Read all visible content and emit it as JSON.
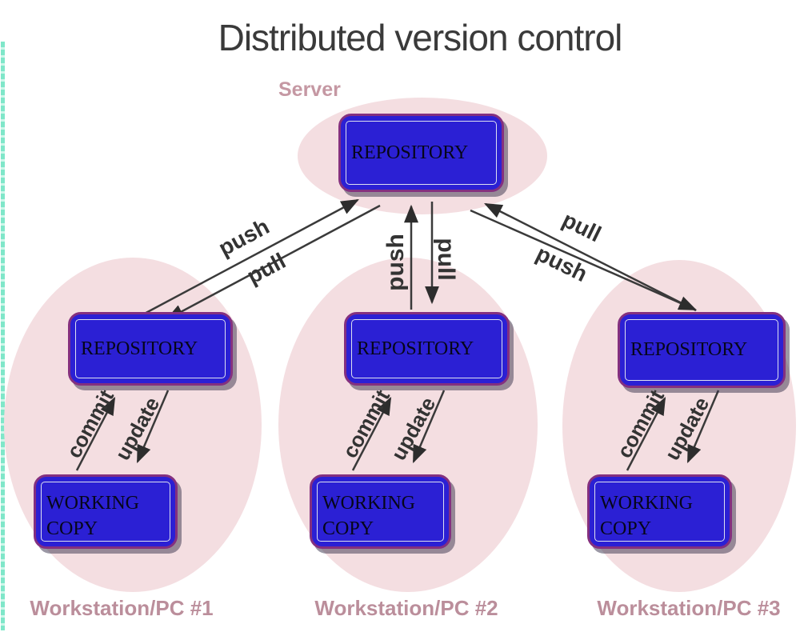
{
  "title": "Distributed version control",
  "server": {
    "label": "Server",
    "repository_label": "REPOSITORY"
  },
  "workstations": [
    {
      "label": "Workstation/PC #1",
      "repository_label": "REPOSITORY",
      "working_copy_label": "WORKING COPY"
    },
    {
      "label": "Workstation/PC #2",
      "repository_label": "REPOSITORY",
      "working_copy_label": "WORKING COPY"
    },
    {
      "label": "Workstation/PC #3",
      "repository_label": "REPOSITORY",
      "working_copy_label": "WORKING COPY"
    }
  ],
  "arrow_labels": {
    "left_to_server": "push",
    "left_from_server": "pull",
    "center_to_server": "push",
    "center_from_server": "pull",
    "right_from_server": "pull",
    "right_to_server": "push",
    "commit": "commit",
    "update": "update"
  },
  "colors": {
    "box_fill": "#2b20d4",
    "box_border": "#84307f",
    "box_inner_border": "#dde0f0",
    "ellipse_fill": "#f4dee1",
    "arrow": "#3a3a3a",
    "title_text": "#3a3a3a",
    "caption_text": "#bb8e9b",
    "edge_strip": "#7fe7c9"
  }
}
